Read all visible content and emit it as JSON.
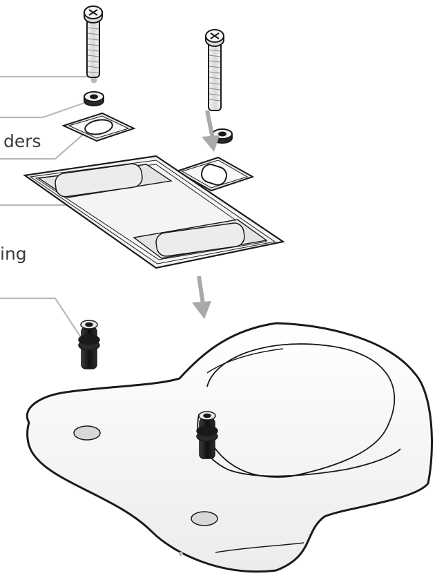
{
  "diagram": {
    "labels": {
      "spacers": "ders",
      "mounting": "ing"
    },
    "colors": {
      "background": "#ffffff",
      "outline": "#1a1a1a",
      "leader": "#b9b9b9",
      "arrow": "#a9a9a9",
      "shading": "#e6e6e6",
      "dark_part": "#1e1e1e"
    },
    "parts": [
      "screw",
      "washer",
      "spacer",
      "mounting-plate",
      "bushing",
      "base"
    ]
  }
}
